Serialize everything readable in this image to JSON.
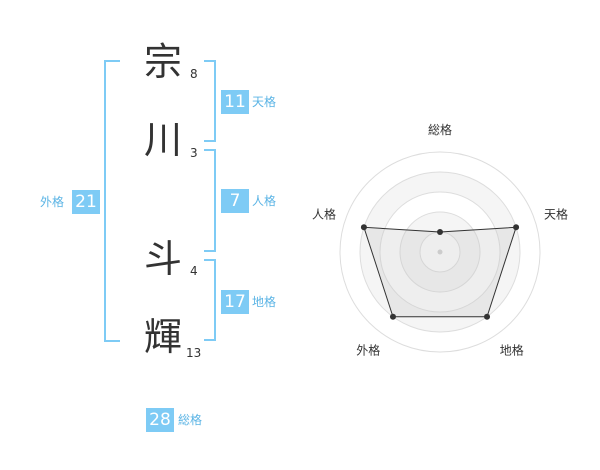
{
  "colors": {
    "badge": "#7ecbf5",
    "label": "#5bb4e5",
    "text": "#333333"
  },
  "characters": [
    {
      "char": "宗",
      "strokes": "8"
    },
    {
      "char": "川",
      "strokes": "3"
    },
    {
      "char": "斗",
      "strokes": "4"
    },
    {
      "char": "輝",
      "strokes": "13"
    }
  ],
  "kakusu": {
    "tenkaku": {
      "value": "11",
      "label": "天格"
    },
    "jinkaku": {
      "value": "7",
      "label": "人格"
    },
    "chikaku": {
      "value": "17",
      "label": "地格"
    },
    "gaikaku": {
      "value": "21",
      "label": "外格"
    },
    "soukaku": {
      "value": "28",
      "label": "総格"
    }
  },
  "chart_data": {
    "type": "radar",
    "axes": [
      "総格",
      "天格",
      "地格",
      "外格",
      "人格"
    ],
    "values": [
      0.2,
      0.8,
      0.8,
      0.8,
      0.8
    ],
    "rings": 5
  }
}
